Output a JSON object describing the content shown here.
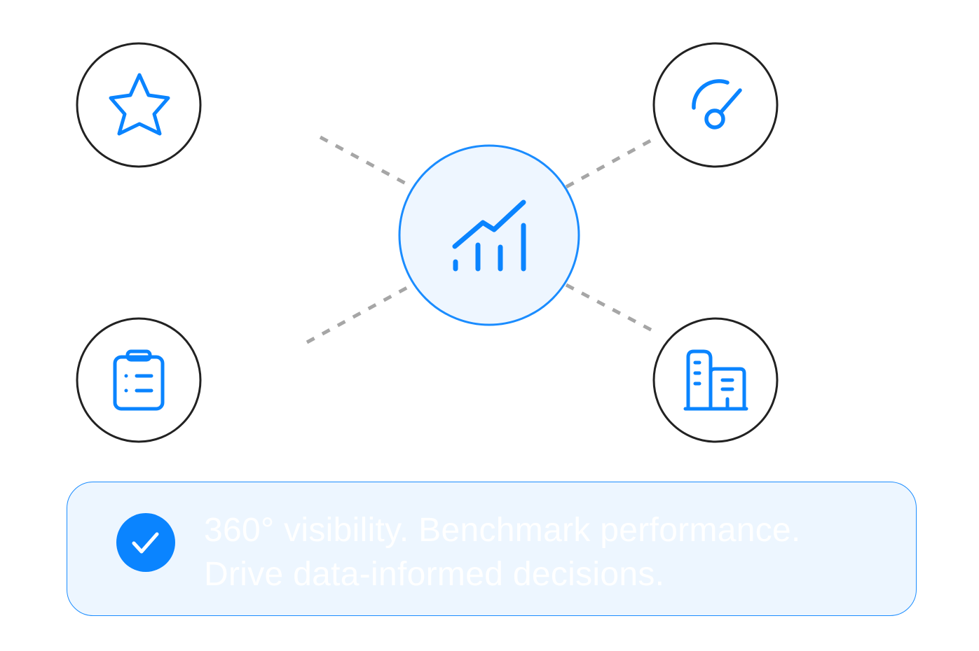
{
  "colors": {
    "accent": "#0a84ff",
    "node_outline": "#222222",
    "hub_fill": "#eef6ff",
    "connector": "#a6a6a6",
    "banner_fill": "#edf6ff",
    "banner_text": "#ffffff"
  },
  "diagram": {
    "hub": {
      "icon": "trending-chart-icon"
    },
    "nodes": [
      {
        "id": "top-left",
        "icon": "star-icon"
      },
      {
        "id": "top-right",
        "icon": "gauge-icon"
      },
      {
        "id": "bottom-left",
        "icon": "clipboard-list-icon"
      },
      {
        "id": "bottom-right",
        "icon": "building-icon"
      }
    ]
  },
  "banner": {
    "icon": "check-circle-icon",
    "line1": "360° visibility. Benchmark performance.",
    "line2": "Drive data-informed decisions."
  }
}
